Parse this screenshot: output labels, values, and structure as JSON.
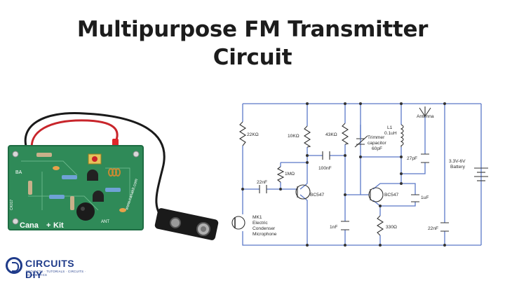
{
  "title": {
    "line1": "Multipurpose FM Transmitter",
    "line2": "Circuit"
  },
  "photo": {
    "silk_brand": "Cana",
    "silk_brand2": "Kit",
    "silk_url": "www.canakit.com",
    "silk_ba": "BA",
    "silk_ant": "ANT",
    "silk_model": "CK017"
  },
  "schematic": {
    "r_22k": "22KΩ",
    "r_10k": "10KΩ",
    "r_43k": "43KΩ",
    "r_1m": "1MΩ",
    "c_100nf": "100nF",
    "c_22nf_in": "22nF",
    "q1": "BC547",
    "q2": "BC547",
    "trimmer_l1": "Trimmer",
    "trimmer_l2": "capacitor",
    "trimmer_l3": "60pF",
    "l1_l1": "L1",
    "l1_l2": "0.1uH",
    "antenna": "Antenna",
    "c_27pf": "27pF",
    "c_1uf": "1uF",
    "c_1nf": "1nF",
    "r_330": "330Ω",
    "c_22nf_out": "22nF",
    "battery_l1": "3.3V-6V",
    "battery_l2": "Battery",
    "mic_l1": "MK1",
    "mic_l2": "Electric",
    "mic_l3": "Condenser",
    "mic_l4": "Microphone"
  },
  "logo": {
    "name": "CIRCUITS DIY",
    "tagline": "PROJECTS · TUTORIALS · CIRCUITS · SCHEMATICS"
  },
  "colors": {
    "wire": "#5a78c8",
    "pcb": "#2f8a58",
    "logo": "#1f3b8a"
  }
}
